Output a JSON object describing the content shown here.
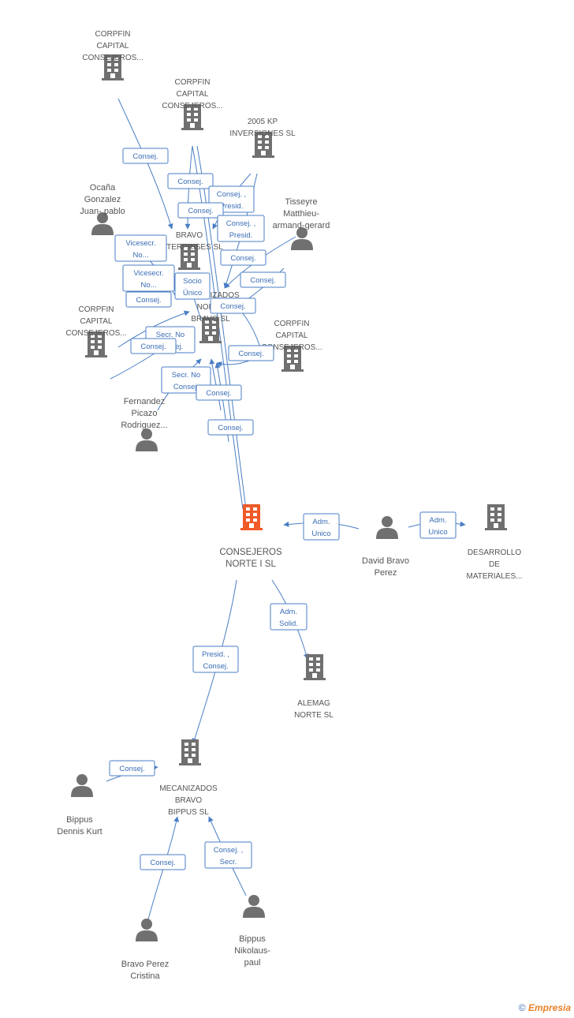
{
  "colors": {
    "edge": "#4a7ec4",
    "node": "#707070",
    "focus": "#f05a28",
    "label": "#555555"
  },
  "nodes": [
    {
      "id": "corpfin1",
      "type": "company",
      "lines": [
        "CORPFIN",
        "CAPITAL",
        "CONSEJEROS..."
      ]
    },
    {
      "id": "corpfin2",
      "type": "company",
      "lines": [
        "CORPFIN",
        "CAPITAL",
        "CONSEJEROS..."
      ]
    },
    {
      "id": "kp2005",
      "type": "company",
      "lines": [
        "2005 KP",
        "INVERSIONES SL"
      ]
    },
    {
      "id": "ocana",
      "type": "person",
      "lines": [
        "Ocaña",
        "Gonzalez",
        "Juan- pablo"
      ]
    },
    {
      "id": "tisseyre",
      "type": "person",
      "lines": [
        "Tisseyre",
        "Matthieu-",
        "armand-gerard"
      ]
    },
    {
      "id": "bravoent",
      "type": "company",
      "lines": [
        "BRAVO",
        "ENTERPRISES SL"
      ]
    },
    {
      "id": "mecnorte",
      "type": "company",
      "lines": [
        "MECANIZADOS",
        "NORTE",
        "BRAVO SL"
      ]
    },
    {
      "id": "corpfin3",
      "type": "company",
      "lines": [
        "CORPFIN",
        "CAPITAL",
        "CONSEJEROS..."
      ]
    },
    {
      "id": "corpfin4",
      "type": "company",
      "lines": [
        "CORPFIN",
        "CAPITAL",
        "CONSEJEROS..."
      ]
    },
    {
      "id": "fernandez",
      "type": "person",
      "lines": [
        "Fernandez",
        "Picazo",
        "Rodriguez..."
      ]
    },
    {
      "id": "consejeros",
      "type": "focus",
      "lines": [
        "CONSEJEROS",
        "NORTE I SL"
      ]
    },
    {
      "id": "david",
      "type": "person",
      "lines": [
        "David Bravo",
        "Perez"
      ]
    },
    {
      "id": "desarrollo",
      "type": "company",
      "lines": [
        "DESARROLLO",
        "DE",
        "MATERIALES..."
      ]
    },
    {
      "id": "alemag",
      "type": "company",
      "lines": [
        "ALEMAG",
        "NORTE SL"
      ]
    },
    {
      "id": "mecbippus",
      "type": "company",
      "lines": [
        "MECANIZADOS",
        "BRAVO",
        "BIPPUS SL"
      ]
    },
    {
      "id": "dennis",
      "type": "person",
      "lines": [
        "Bippus",
        "Dennis Kurt"
      ]
    },
    {
      "id": "cristina",
      "type": "person",
      "lines": [
        "Bravo Perez",
        "Cristina"
      ]
    },
    {
      "id": "nikolaus",
      "type": "person",
      "lines": [
        "Bippus",
        "Nikolaus-",
        "paul"
      ]
    }
  ],
  "edge_labels": [
    {
      "id": "e1",
      "lines": [
        "Consej."
      ]
    },
    {
      "id": "e2",
      "lines": [
        "Consej."
      ]
    },
    {
      "id": "e3",
      "lines": [
        "Consej. ,",
        "Presid."
      ]
    },
    {
      "id": "e4",
      "lines": [
        "Consej."
      ]
    },
    {
      "id": "e5",
      "lines": [
        "Consej. ,",
        "Presid."
      ]
    },
    {
      "id": "e6",
      "lines": [
        "Vicesecr.",
        "No..."
      ]
    },
    {
      "id": "e7",
      "lines": [
        "Consej."
      ]
    },
    {
      "id": "e8",
      "lines": [
        "Vicesecr.",
        "No..."
      ]
    },
    {
      "id": "e9",
      "lines": [
        "Socio",
        "Único"
      ]
    },
    {
      "id": "e10",
      "lines": [
        "Consej."
      ]
    },
    {
      "id": "e11",
      "lines": [
        "Consej."
      ]
    },
    {
      "id": "e12",
      "lines": [
        "Consej."
      ]
    },
    {
      "id": "e13",
      "lines": [
        "Secr.  No",
        "Consej."
      ]
    },
    {
      "id": "e14",
      "lines": [
        "Consej."
      ]
    },
    {
      "id": "e15",
      "lines": [
        "Consej."
      ]
    },
    {
      "id": "e16",
      "lines": [
        "Secr.  No",
        "Consej."
      ]
    },
    {
      "id": "e17",
      "lines": [
        "Consej."
      ]
    },
    {
      "id": "e18",
      "lines": [
        "Consej."
      ]
    },
    {
      "id": "e19",
      "lines": [
        "Adm.",
        "Unico"
      ]
    },
    {
      "id": "e20",
      "lines": [
        "Adm.",
        "Unico"
      ]
    },
    {
      "id": "e21",
      "lines": [
        "Adm.",
        "Solid."
      ]
    },
    {
      "id": "e22",
      "lines": [
        "Presid. ,",
        "Consej."
      ]
    },
    {
      "id": "e23",
      "lines": [
        "Consej."
      ]
    },
    {
      "id": "e24",
      "lines": [
        "Consej."
      ]
    },
    {
      "id": "e25",
      "lines": [
        "Consej. ,",
        "Secr."
      ]
    }
  ],
  "footer": {
    "copyright": "©",
    "brand": "Empresia"
  }
}
